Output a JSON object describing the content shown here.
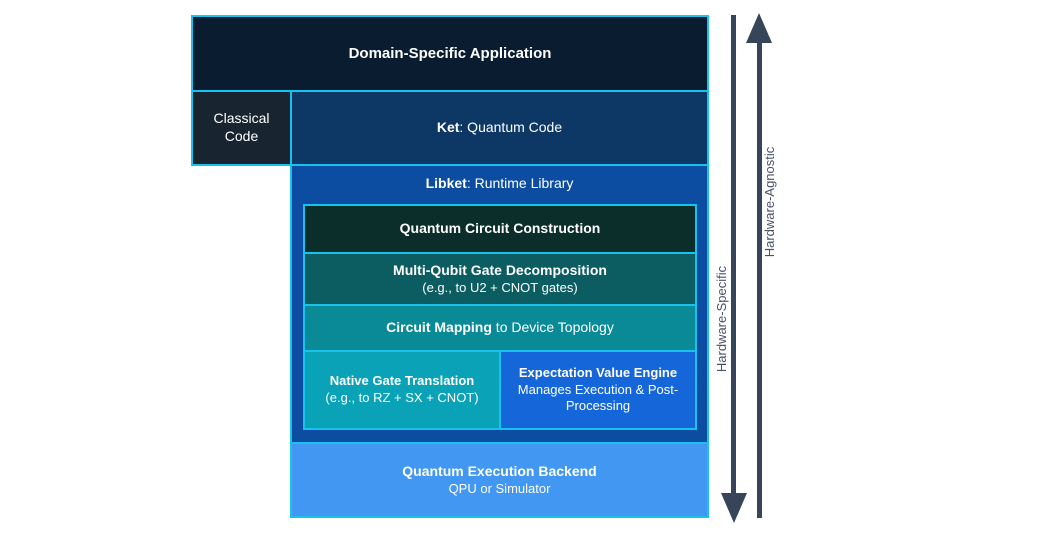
{
  "layers": {
    "app": {
      "label": "Domain-Specific Application"
    },
    "classical": {
      "label": "Classical Code"
    },
    "ket": {
      "bold": "Ket",
      "rest": ": Quantum Code"
    },
    "libket": {
      "bold": "Libket",
      "rest": ": Runtime Library"
    },
    "circuit_construction": {
      "label": "Quantum Circuit Construction"
    },
    "decomposition": {
      "title": "Multi-Qubit Gate Decomposition",
      "subtitle": "(e.g., to U2 + CNOT gates)"
    },
    "mapping": {
      "bold": "Circuit Mapping",
      "rest": " to Device Topology"
    },
    "native_translation": {
      "title": "Native Gate Translation",
      "subtitle": "(e.g., to RZ + SX + CNOT)"
    },
    "expectation_engine": {
      "title": "Expectation Value Engine",
      "subtitle": "Manages Execution & Post-Processing"
    },
    "backend": {
      "title": "Quantum Execution Backend",
      "subtitle": "QPU or Simulator"
    }
  },
  "arrows": {
    "specific": {
      "label": "Hardware-Specific",
      "direction": "down"
    },
    "agnostic": {
      "label": "Hardware-Agnostic",
      "direction": "up"
    }
  },
  "colors": {
    "border": "#17c3ee",
    "app_bg": "#0a1c30",
    "classical_bg": "#192431",
    "ket_bg": "#0d3866",
    "libket_bg": "#0d4da1",
    "qcc_bg": "#0c2e2a",
    "decomposition_bg": "#0b5d62",
    "mapping_bg": "#0a8a96",
    "native_bg": "#09a2b6",
    "expectation_bg": "#1566d8",
    "backend_bg": "#4197f2",
    "arrow": "#36455a",
    "arrow_label": "#465468"
  }
}
